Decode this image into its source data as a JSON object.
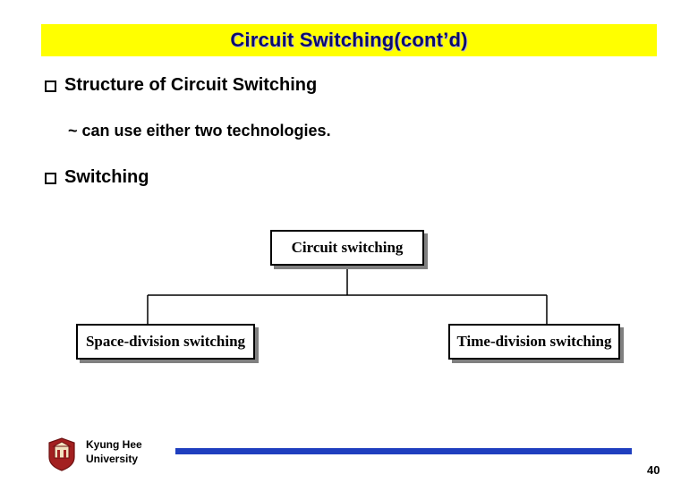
{
  "slide": {
    "title": "Circuit Switching(cont’d)",
    "title_bg": "#ffff00",
    "title_color": "#0b0b6e",
    "bullets": [
      {
        "marker": "box-bullet",
        "text": "Structure of Circuit Switching"
      },
      {
        "marker": "box-bullet",
        "text": "Switching"
      }
    ],
    "sub_note": "~ can use either two technologies.",
    "diagram": {
      "type": "tree",
      "root": "Circuit switching",
      "children": [
        "Space-division switching",
        "Time-division switching"
      ]
    },
    "footer": {
      "organization_line1": "Kyung Hee",
      "organization_line2": "University",
      "rule_color": "#1f3fbf",
      "page_number": "40"
    }
  }
}
